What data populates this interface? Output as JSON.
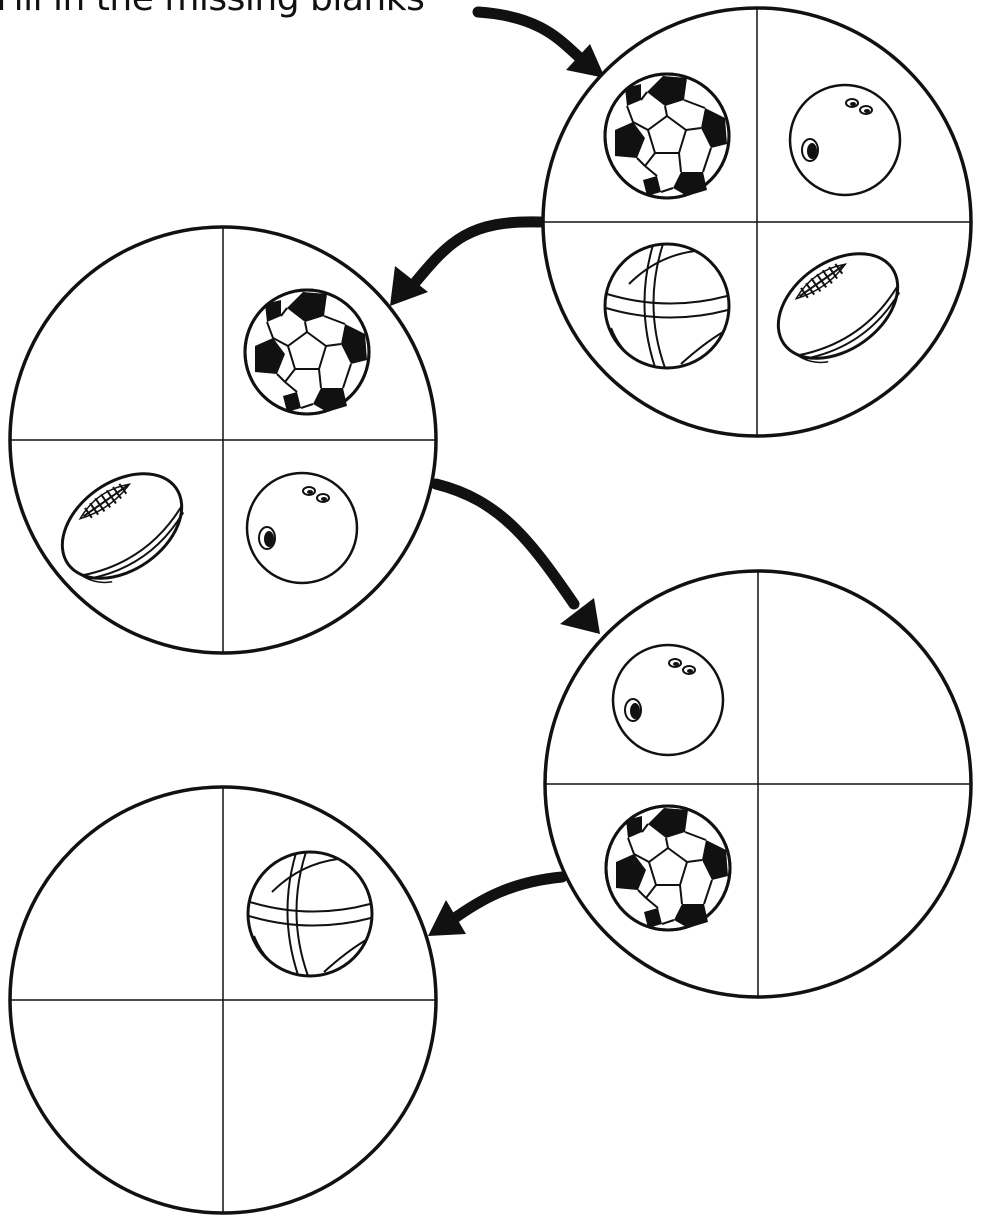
{
  "title": "Fill in the missing blanks",
  "colors": {
    "ink": "#111111",
    "background": "#ffffff"
  },
  "circles": [
    {
      "id": "circle-1",
      "quadrants": {
        "top_left": "soccer-ball",
        "top_right": "bowling-ball",
        "bottom_left": "basketball",
        "bottom_right": "football"
      }
    },
    {
      "id": "circle-2",
      "quadrants": {
        "top_left": "blank",
        "top_right": "soccer-ball",
        "bottom_left": "football",
        "bottom_right": "bowling-ball"
      }
    },
    {
      "id": "circle-3",
      "quadrants": {
        "top_left": "bowling-ball",
        "top_right": "blank",
        "bottom_left": "soccer-ball",
        "bottom_right": "blank"
      }
    },
    {
      "id": "circle-4",
      "quadrants": {
        "top_left": "blank",
        "top_right": "basketball",
        "bottom_left": "blank",
        "bottom_right": "blank"
      }
    }
  ],
  "arrows": [
    {
      "from": "title",
      "to": "circle-1"
    },
    {
      "from": "circle-1",
      "to": "circle-2"
    },
    {
      "from": "circle-2",
      "to": "circle-3"
    },
    {
      "from": "circle-3",
      "to": "circle-4"
    }
  ]
}
